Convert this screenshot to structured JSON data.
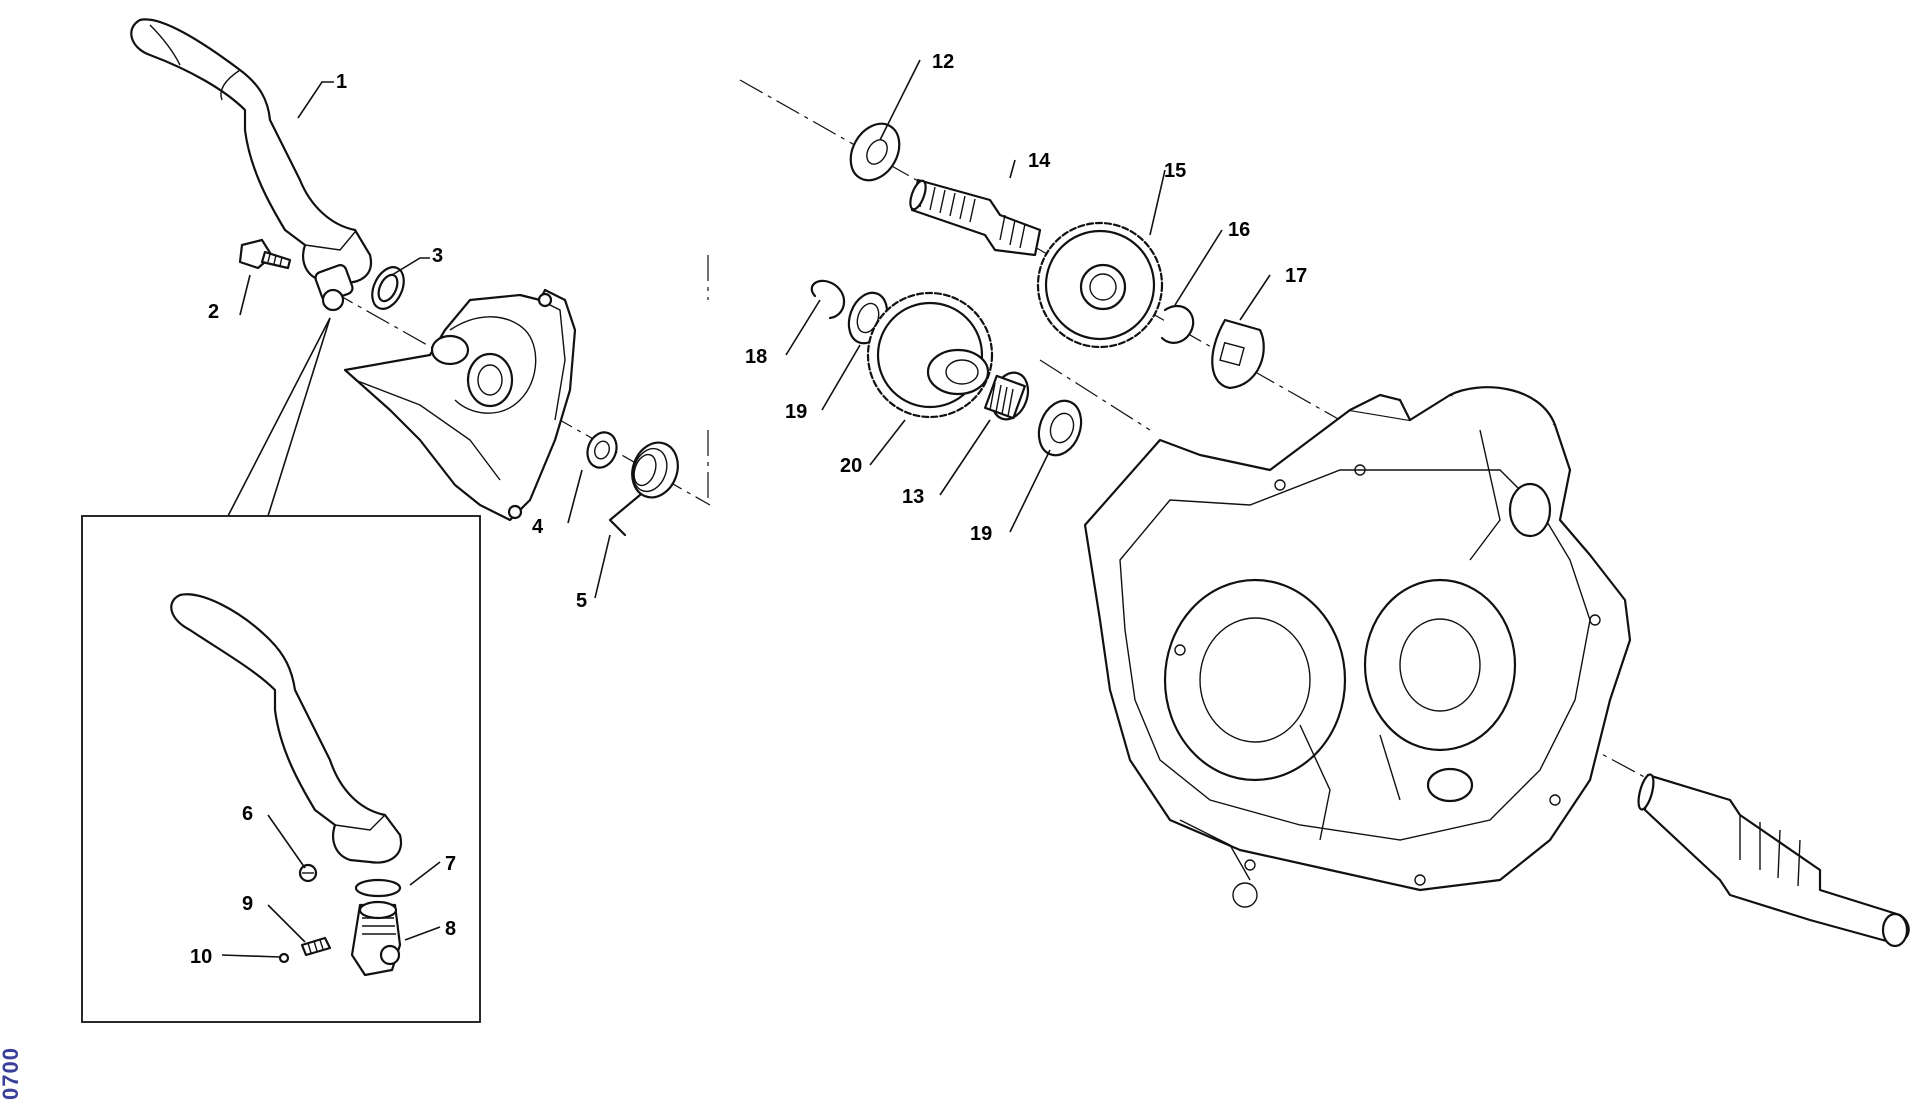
{
  "document_code": "0700",
  "callouts": [
    {
      "id": "c1",
      "label": "1"
    },
    {
      "id": "c2",
      "label": "2"
    },
    {
      "id": "c3",
      "label": "3"
    },
    {
      "id": "c4",
      "label": "4"
    },
    {
      "id": "c5",
      "label": "5"
    },
    {
      "id": "c6",
      "label": "6"
    },
    {
      "id": "c7",
      "label": "7"
    },
    {
      "id": "c8",
      "label": "8"
    },
    {
      "id": "c9",
      "label": "9"
    },
    {
      "id": "c10",
      "label": "10"
    },
    {
      "id": "c12",
      "label": "12"
    },
    {
      "id": "c13",
      "label": "13"
    },
    {
      "id": "c14",
      "label": "14"
    },
    {
      "id": "c15",
      "label": "15"
    },
    {
      "id": "c16",
      "label": "16"
    },
    {
      "id": "c17",
      "label": "17"
    },
    {
      "id": "c18",
      "label": "18"
    },
    {
      "id": "c19a",
      "label": "19"
    },
    {
      "id": "c19b",
      "label": "19"
    },
    {
      "id": "c20",
      "label": "20"
    }
  ]
}
